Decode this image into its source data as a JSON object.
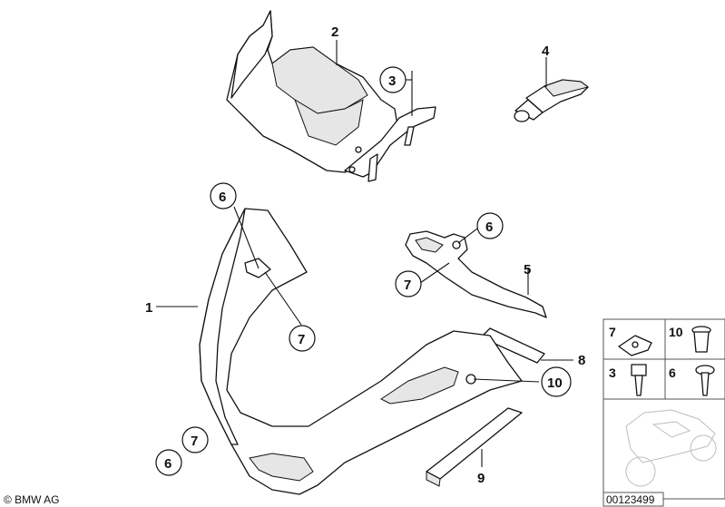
{
  "diagram": {
    "callouts": [
      {
        "id": "c2",
        "text": "2"
      },
      {
        "id": "c3",
        "text": "3"
      },
      {
        "id": "c4",
        "text": "4"
      },
      {
        "id": "c6a",
        "text": "6"
      },
      {
        "id": "c6b",
        "text": "6"
      },
      {
        "id": "c6c",
        "text": "6"
      },
      {
        "id": "c1",
        "text": "1"
      },
      {
        "id": "c5",
        "text": "5"
      },
      {
        "id": "c7a",
        "text": "7"
      },
      {
        "id": "c7b",
        "text": "7"
      },
      {
        "id": "c7c",
        "text": "7"
      },
      {
        "id": "c8",
        "text": "8"
      },
      {
        "id": "c10",
        "text": "10"
      },
      {
        "id": "c9",
        "text": "9"
      }
    ],
    "legend_grid": [
      {
        "text": "7"
      },
      {
        "text": "10"
      },
      {
        "text": "3"
      },
      {
        "text": "6"
      }
    ],
    "copyright": "© BMW AG",
    "image_number": "00123499"
  }
}
